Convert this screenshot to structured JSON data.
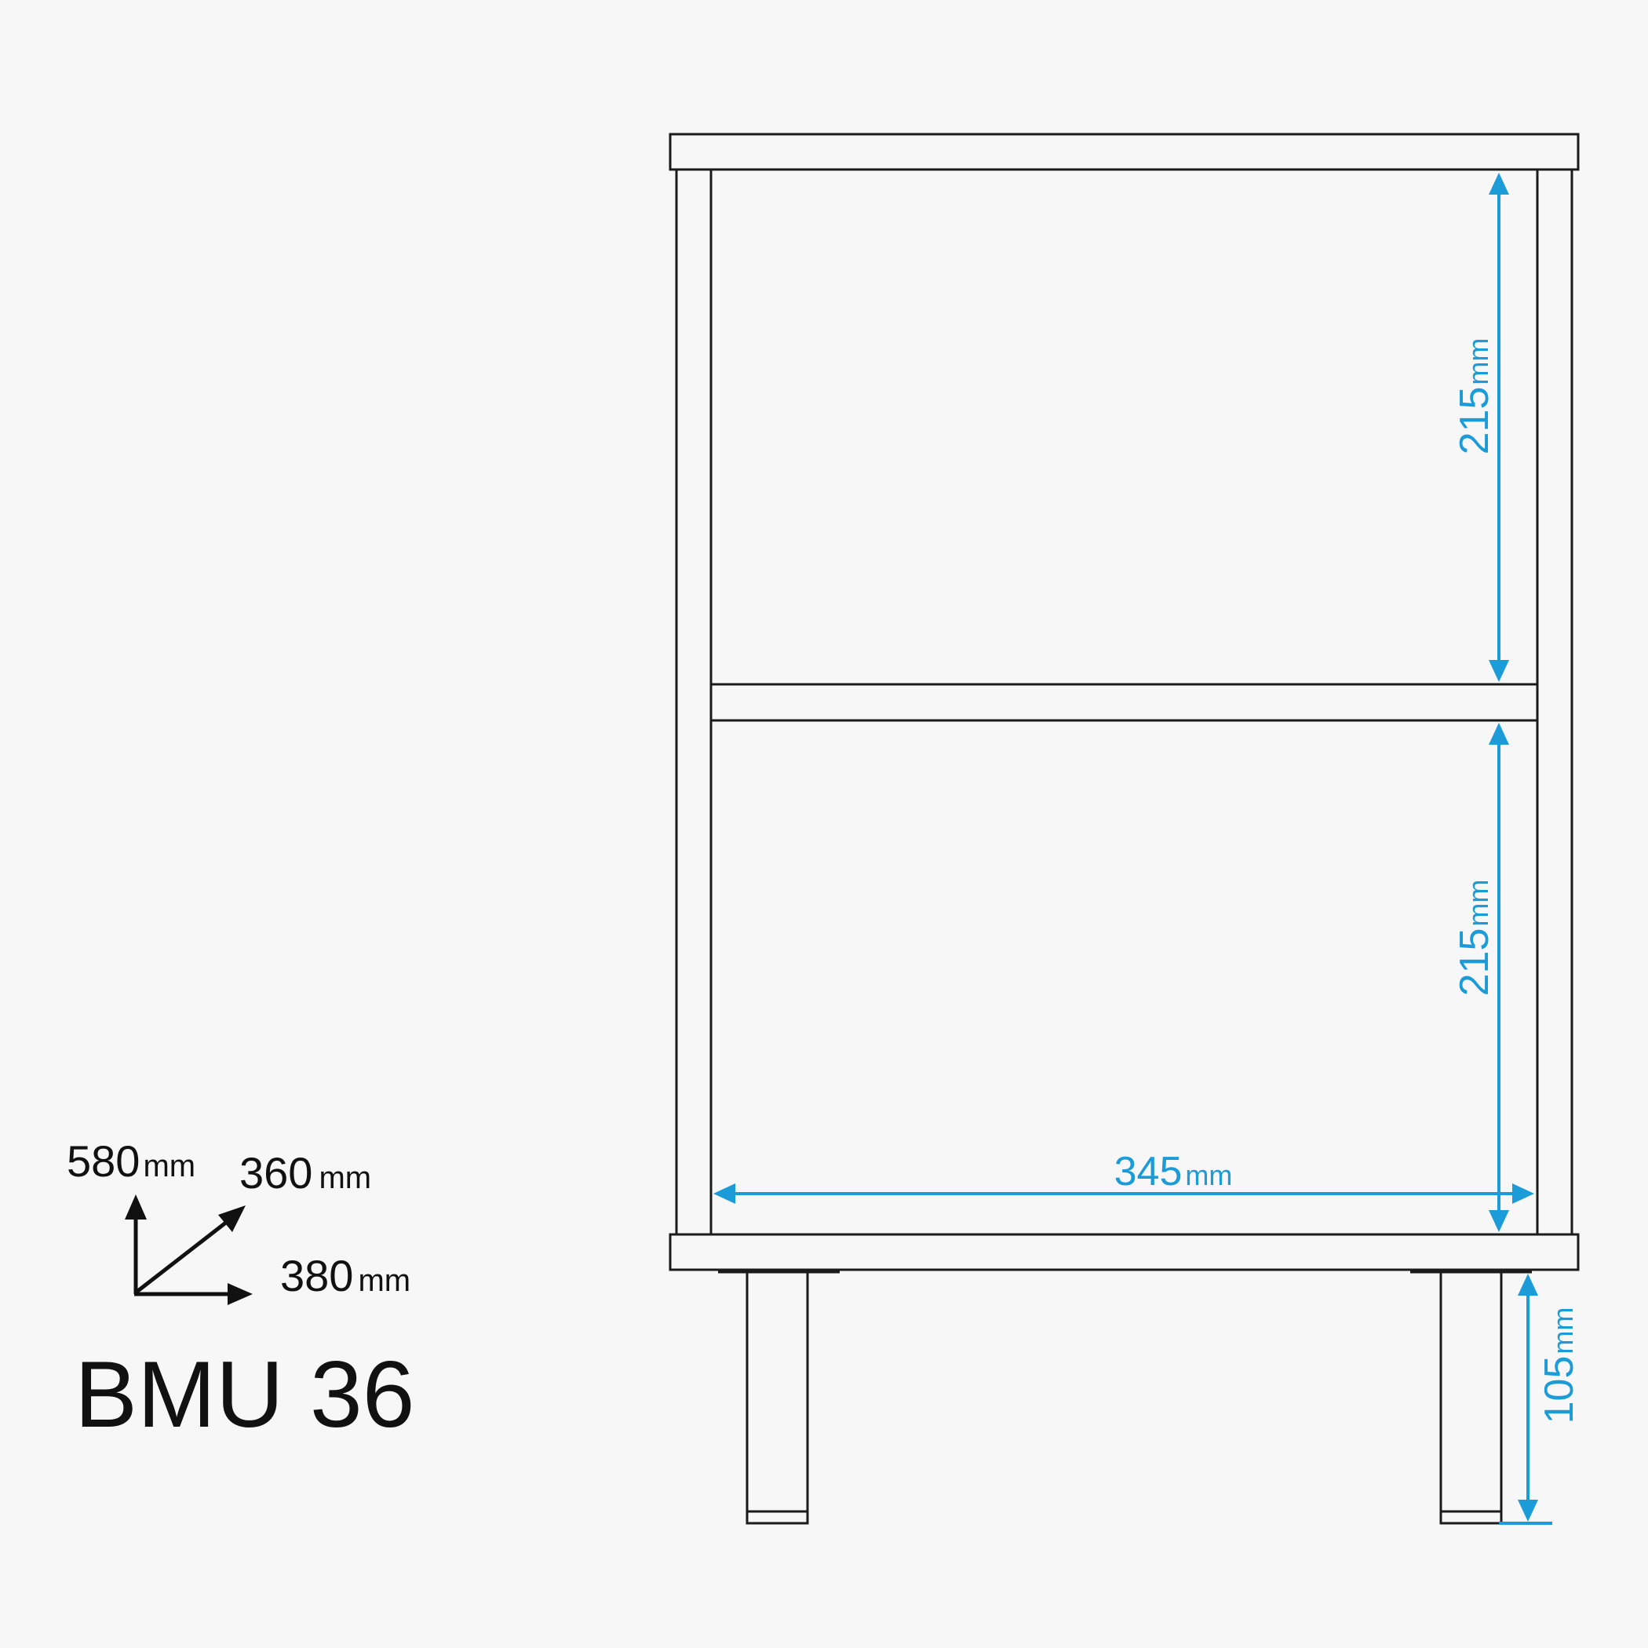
{
  "model": {
    "name": "BMU 36"
  },
  "overall_dimensions": {
    "height": {
      "value": "580",
      "unit": "mm"
    },
    "depth": {
      "value": "360",
      "unit": "mm"
    },
    "width": {
      "value": "380",
      "unit": "mm"
    }
  },
  "measurements": {
    "upper_shelf_height": {
      "value": "215",
      "unit": "mm"
    },
    "lower_shelf_height": {
      "value": "215",
      "unit": "mm"
    },
    "inner_width": {
      "value": "345",
      "unit": "mm"
    },
    "leg_height": {
      "value": "105",
      "unit": "mm"
    }
  },
  "colors": {
    "background": "#f7f7f7",
    "outline": "#1b1b1b",
    "dimension": "#1b9bd7",
    "text": "#111111"
  }
}
